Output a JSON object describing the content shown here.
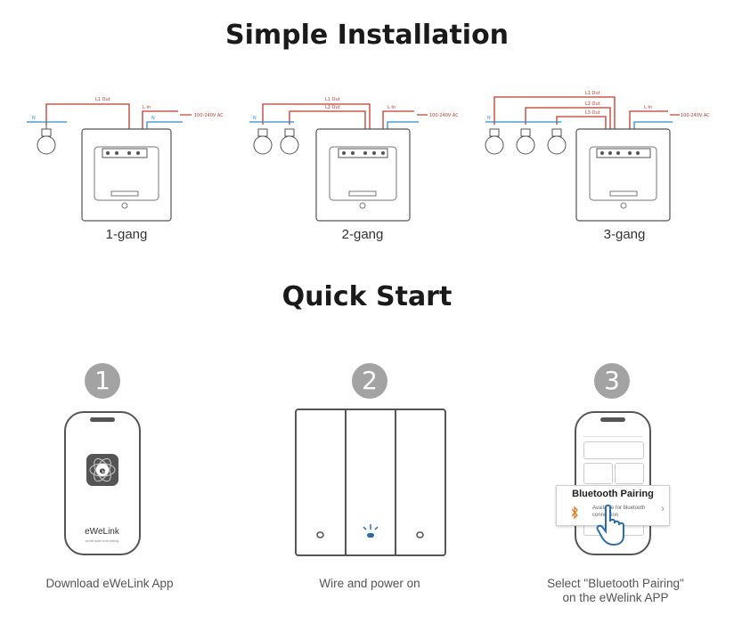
{
  "installation": {
    "title": "Simple Installation",
    "diagrams": [
      {
        "label": "1-gang",
        "outputs": [
          "L1 Out"
        ],
        "lin": "L In",
        "n": "N",
        "ac": "100-240V AC"
      },
      {
        "label": "2-gang",
        "outputs": [
          "L1 Out",
          "L2 Out"
        ],
        "lin": "L In",
        "n": "N",
        "ac": "100-240V AC"
      },
      {
        "label": "3-gang",
        "outputs": [
          "L1 Out",
          "L2 Out",
          "L3 Out"
        ],
        "lin": "L In",
        "n": "N",
        "ac": "100-240V AC"
      }
    ]
  },
  "quickstart": {
    "title": "Quick Start",
    "steps": [
      {
        "number": "1",
        "caption": "Download eWeLink App",
        "app_name": "eWeLink",
        "app_tagline": "world safe everything"
      },
      {
        "number": "2",
        "caption": "Wire and power on"
      },
      {
        "number": "3",
        "caption_line1": "Select \"Bluetooth Pairing\"",
        "caption_line2": "on the eWelink APP",
        "popup_title": "Bluetooth Pairing",
        "popup_text": "Available for bluetooth connection"
      }
    ]
  },
  "colors": {
    "live": "#c0392b",
    "neutral": "#2b8fd1",
    "line": "#555555",
    "step_circle": "#a3a3a3"
  },
  "icons": [
    "bulb-icon",
    "switch-module-icon",
    "ewelink-logo-icon",
    "bluetooth-icon",
    "hand-pointer-icon",
    "led-indicator-icon"
  ]
}
